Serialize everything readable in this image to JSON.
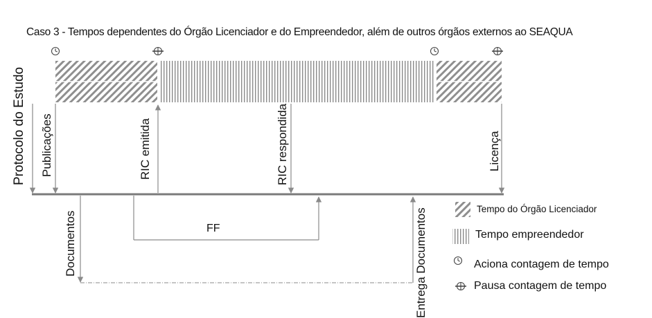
{
  "title": "Caso 3 - Tempos dependentes do Órgão Licenciador e do Empreendedor, além de outros órgãos externos ao SEAQUA",
  "top_labels": {
    "protocolo": "Protocolo do Estudo",
    "publicacoes": "Publicações",
    "ric_emitida": "RIC emitida",
    "ric_respondida": "RIC respondida",
    "licenca": "Licença"
  },
  "bottom_labels": {
    "documentos": "Documentos",
    "ff": "FF",
    "entrega_documentos": "Entrega Documentos"
  },
  "legend": {
    "orgao": "Tempo do Órgão Licenciador",
    "empreendedor": "Tempo empreendedor",
    "aciona": "Aciona contagem de tempo",
    "pausa": "Pausa contagem de tempo"
  },
  "colors": {
    "hatch": "#8f8f8f",
    "line": "#8a8a8a",
    "axis": "#7a7a7a",
    "text": "#111111"
  },
  "icons": [
    "clock-icon",
    "pause-icon"
  ]
}
